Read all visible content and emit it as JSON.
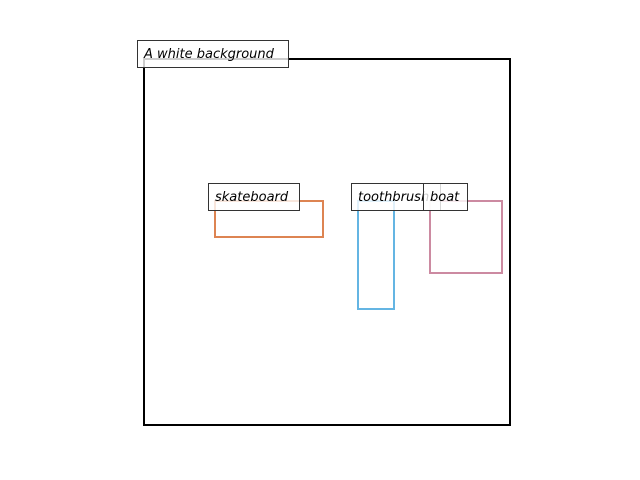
{
  "scene": {
    "background_label": "A white background",
    "frame_color": "#000000"
  },
  "objects": [
    {
      "label": "skateboard",
      "color": "#dd8452"
    },
    {
      "label": "toothbrush",
      "color": "#64b5e3"
    },
    {
      "label": "boat",
      "color": "#cc8aa1"
    }
  ]
}
